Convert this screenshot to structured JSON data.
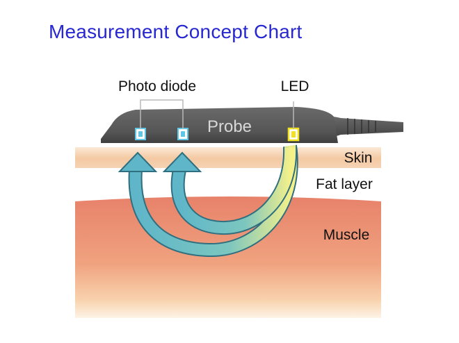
{
  "title": "Measurement Concept Chart",
  "labels": {
    "photo_diode": "Photo diode",
    "led": "LED",
    "probe": "Probe",
    "skin": "Skin",
    "fat_layer": "Fat layer",
    "muscle": "Muscle"
  },
  "colors": {
    "title": "#2828d2",
    "probe_body": "#5a5a5a",
    "probe_text": "#d8d8d8",
    "skin": "#f3c9a2",
    "fat": "#ffffff",
    "muscle": "#e98a6c",
    "light_path": "#5fb6c9",
    "led": "#f2e21e",
    "photo_diode": "#5fc6e8"
  }
}
